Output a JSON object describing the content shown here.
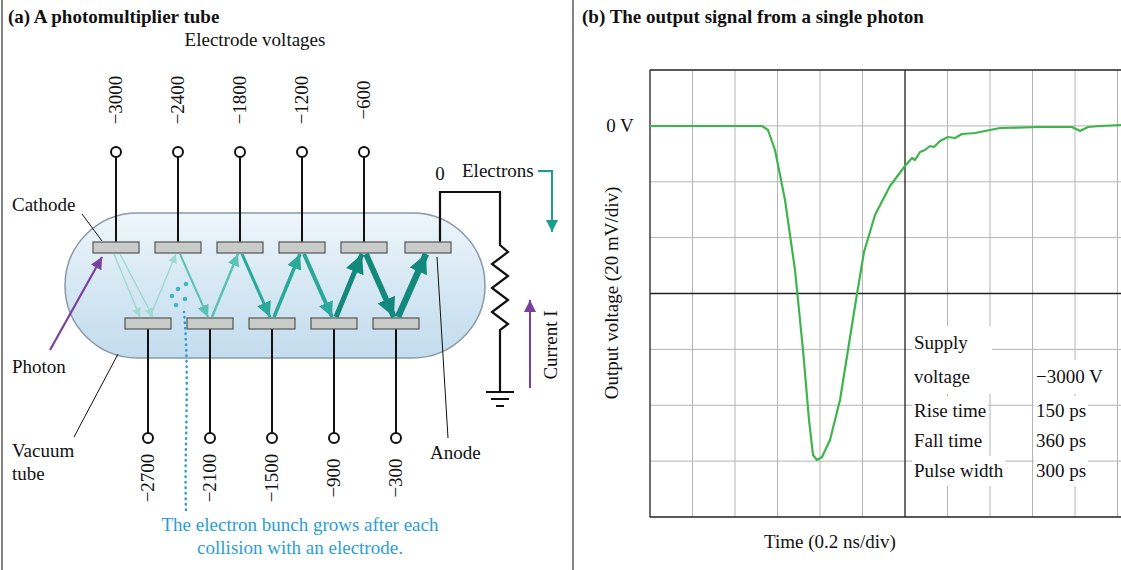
{
  "diagram": {
    "labels": [
      "(a) A photomultiplier tube",
      "Electrode voltages",
      "−3000",
      "−2400",
      "−1800",
      "−1200",
      "−600",
      "0",
      "Electrons",
      "Cathode",
      "Photon",
      "Current I",
      "Vacuum tube",
      "−2700",
      "−2100",
      "−1500",
      "−900",
      "−300",
      "Anode",
      "The electron bunch grows after each collision with an electrode.",
      "(b) The output signal from a single photon",
      "0 V",
      "Output voltage (20 mV/div)",
      "Supply voltage",
      "−3000 V",
      "Rise time",
      "150 ps",
      "Fall time",
      "360 ps",
      "Pulse width",
      "300 ps",
      "Time (0.2 ns/div)"
    ]
  }
}
